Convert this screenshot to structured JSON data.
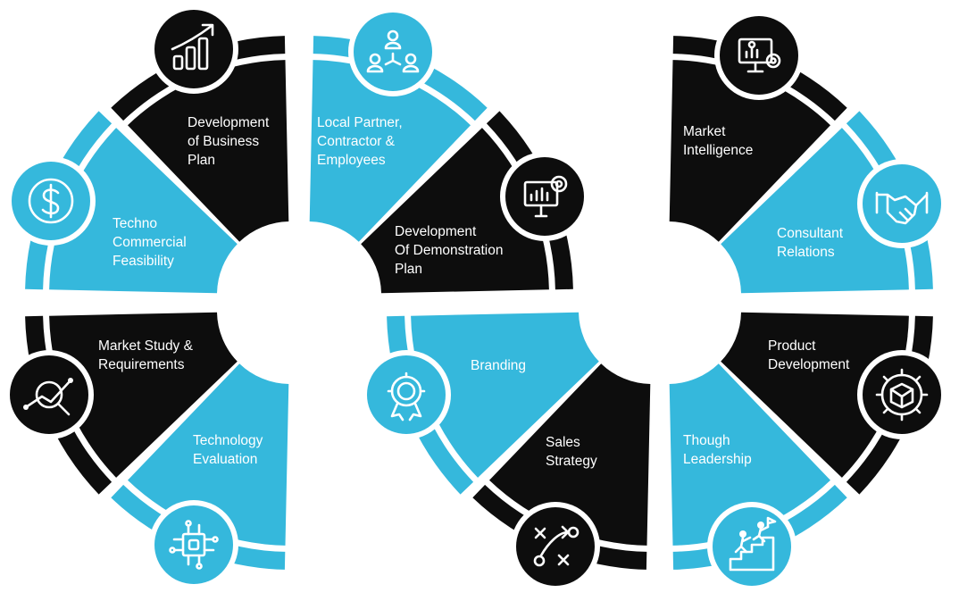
{
  "colors": {
    "blue": "#35b8dc",
    "black": "#0d0d0d",
    "white": "#ffffff"
  },
  "segments": [
    {
      "id": "development-of-business-plan",
      "lines": [
        "Development",
        "of Business",
        "Plan"
      ],
      "color": "black",
      "icon": "growth-chart-icon"
    },
    {
      "id": "techno-commercial-feasibility",
      "lines": [
        "Techno",
        "Commercial",
        "Feasibility"
      ],
      "color": "blue",
      "icon": "dollar-coin-icon"
    },
    {
      "id": "market-study-requirements",
      "lines": [
        "Market Study &",
        "Requirements"
      ],
      "color": "black",
      "icon": "analytics-magnifier-icon"
    },
    {
      "id": "technology-evaluation",
      "lines": [
        "Technology",
        "Evaluation"
      ],
      "color": "blue",
      "icon": "microchip-icon"
    },
    {
      "id": "local-partner-contractor-employees",
      "lines": [
        "Local Partner,",
        "Contractor &",
        "Employees"
      ],
      "color": "blue",
      "icon": "people-network-icon"
    },
    {
      "id": "development-of-demonstration-plan",
      "lines": [
        "Development",
        "Of Demonstration",
        "Plan"
      ],
      "color": "black",
      "icon": "presentation-board-icon"
    },
    {
      "id": "branding",
      "lines": [
        "Branding"
      ],
      "color": "blue",
      "icon": "badge-ribbon-icon"
    },
    {
      "id": "sales-strategy",
      "lines": [
        "Sales",
        "Strategy"
      ],
      "color": "black",
      "icon": "strategy-play-icon"
    },
    {
      "id": "market-intelligence",
      "lines": [
        "Market",
        "Intelligence"
      ],
      "color": "black",
      "icon": "monitor-gear-icon"
    },
    {
      "id": "consultant-relations",
      "lines": [
        "Consultant",
        "Relations"
      ],
      "color": "blue",
      "icon": "handshake-icon"
    },
    {
      "id": "product-development",
      "lines": [
        "Product",
        "Development"
      ],
      "color": "black",
      "icon": "gear-cube-icon"
    },
    {
      "id": "though-leadership",
      "lines": [
        "Though",
        "Leadership"
      ],
      "color": "blue",
      "icon": "climbing-stairs-icon"
    }
  ]
}
